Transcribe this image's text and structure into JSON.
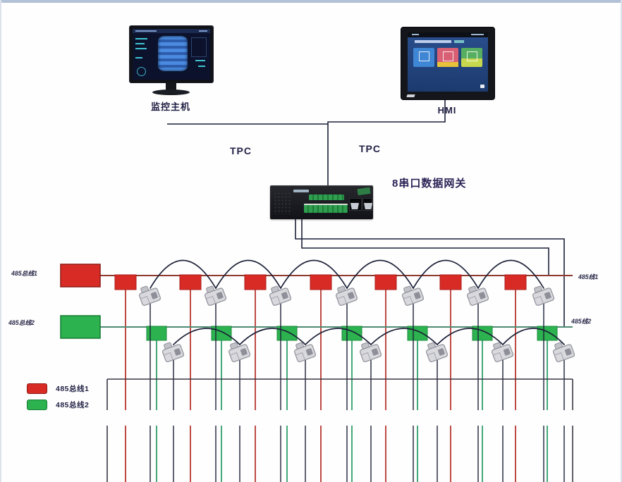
{
  "labels": {
    "monitor": "监控主机",
    "hmi": "HMI",
    "tpc_left": "TPC",
    "tpc_right": "TPC",
    "gateway": "8串口数据网关",
    "bus1_left": "485总线1",
    "bus2_left": "485总线2",
    "bus1_right": "485线1",
    "bus2_right": "485线2"
  },
  "legend": {
    "items": [
      {
        "label": "485总线1",
        "color": "#d92b26"
      },
      {
        "label": "485总线2",
        "color": "#2cb34f"
      }
    ]
  },
  "colors": {
    "bus1": "#d92b26",
    "bus1-line": "#8e3a2e",
    "bus1-dark": "#b22a24",
    "bus2": "#2cb34f",
    "bus2-line": "#4f8a74",
    "bus2-dark": "#249a62",
    "cable": "#1c2138",
    "collector": "#3a3644"
  }
}
